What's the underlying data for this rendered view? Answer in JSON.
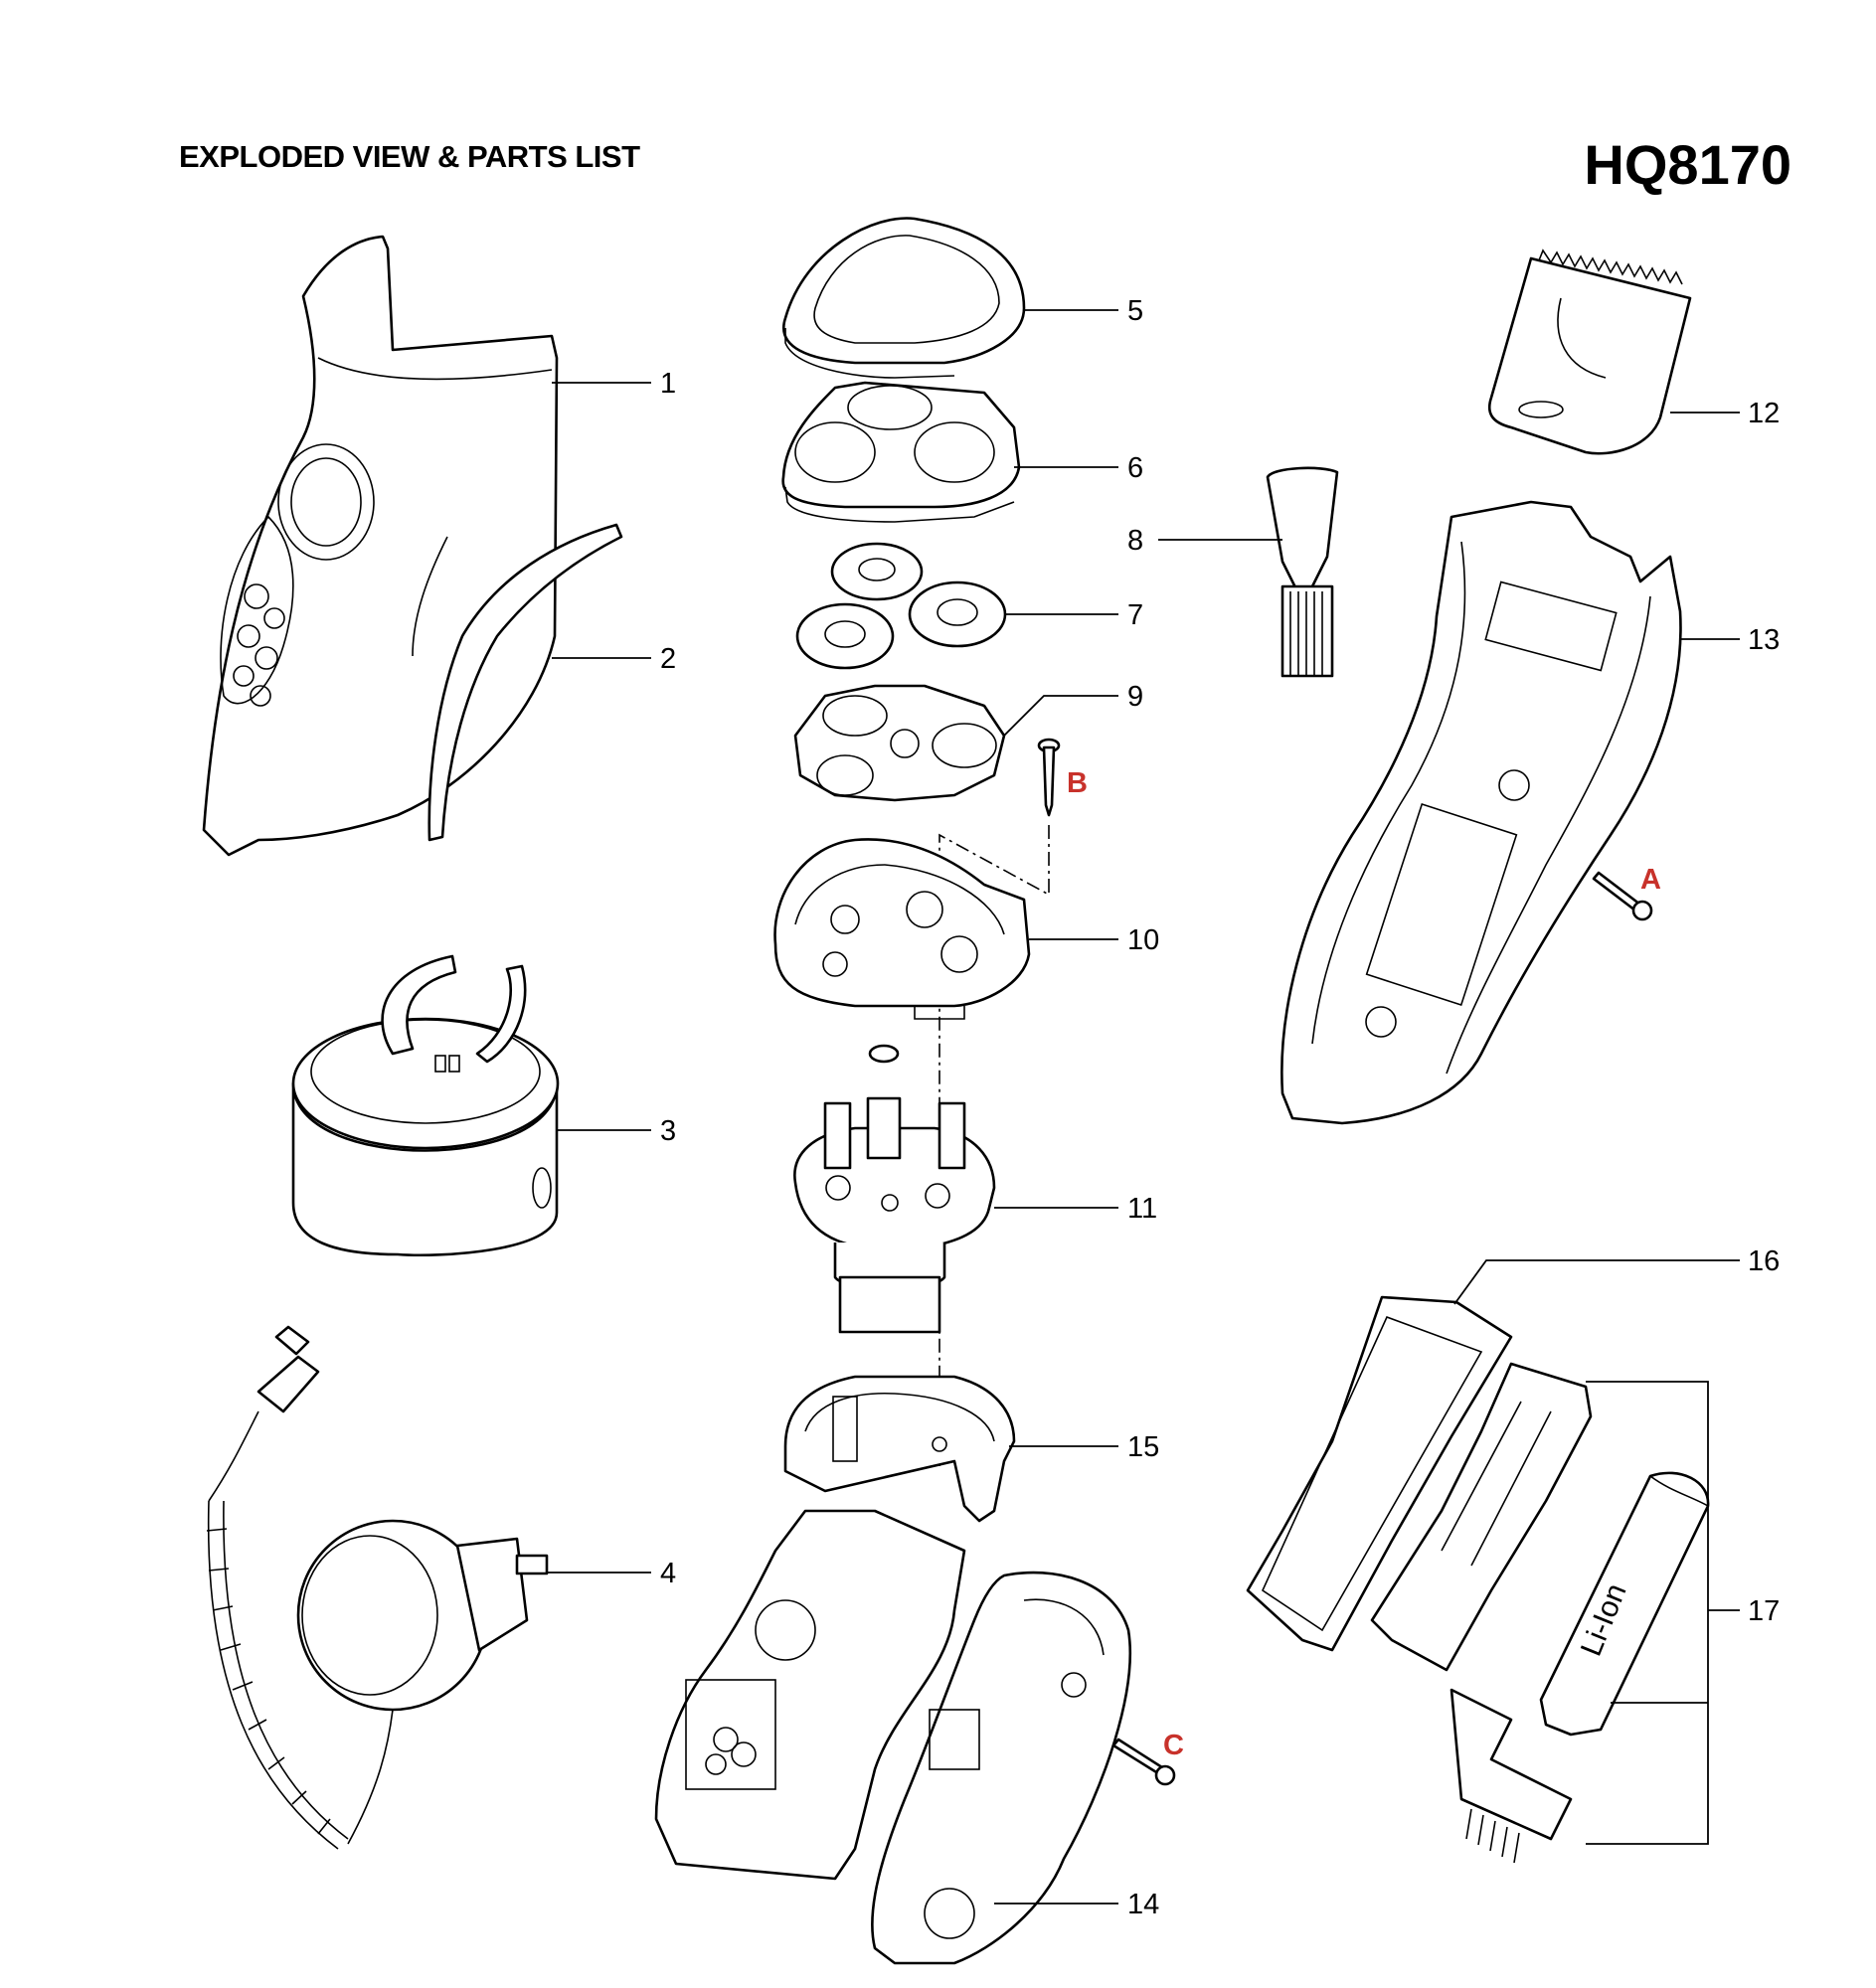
{
  "header": {
    "title": "EXPLODED VIEW & PARTS LIST",
    "model": "HQ8170"
  },
  "callouts": [
    "1",
    "2",
    "3",
    "4",
    "5",
    "6",
    "7",
    "8",
    "9",
    "10",
    "11",
    "12",
    "13",
    "14",
    "15",
    "16",
    "17"
  ],
  "screws": [
    "A",
    "B",
    "C"
  ],
  "battery_label": "Li-Ion",
  "colors": {
    "lines": "#000000",
    "screw_labels": "#c8322b"
  }
}
